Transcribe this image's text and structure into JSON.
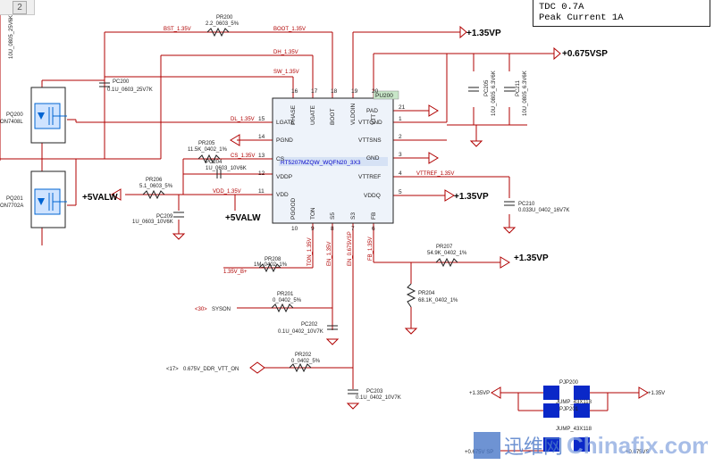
{
  "tab": {
    "number": "2"
  },
  "note": {
    "line1": "TDC 0.7A",
    "line2": "Peak Current   1A"
  },
  "colors": {
    "wire": "#b00000",
    "ic_fill": "#eef3fa",
    "ic_label": "#0000c8",
    "mosfet": "#0064d2",
    "jump": "#0a28c8",
    "watermark": "#6a8fd0"
  },
  "ic": {
    "ref": "PU200",
    "part": "RT5207MZQW_WQFN20_3X3",
    "left_pins": [
      {
        "num": "15",
        "name": "LGATE"
      },
      {
        "num": "14",
        "name": "PGND"
      },
      {
        "num": "13",
        "name": "CS"
      },
      {
        "num": "12",
        "name": "VDDP"
      },
      {
        "num": "11",
        "name": "VDD"
      }
    ],
    "top_pins": [
      {
        "num": "16",
        "name": "PHASE"
      },
      {
        "num": "17",
        "name": "UGATE"
      },
      {
        "num": "18",
        "name": "BOOT"
      },
      {
        "num": "19",
        "name": "VLDOIN"
      },
      {
        "num": "20",
        "name": "VTT"
      }
    ],
    "right_pins": [
      {
        "num": "21",
        "name": "PAD"
      },
      {
        "num": "1",
        "name": "VTTGND"
      },
      {
        "num": "2",
        "name": "VTTSNS"
      },
      {
        "num": "3",
        "name": "GND"
      },
      {
        "num": "4",
        "name": "VTTREF"
      },
      {
        "num": "5",
        "name": "VDDQ"
      }
    ],
    "bottom_pins": [
      {
        "num": "10",
        "name": "PGOOD"
      },
      {
        "num": "9",
        "name": "TON"
      },
      {
        "num": "8",
        "name": "S5"
      },
      {
        "num": "7",
        "name": "S3"
      },
      {
        "num": "6",
        "name": "FB"
      }
    ]
  },
  "rails": {
    "v135_top": "+1.35VP",
    "v0675": "+0.675VSP",
    "v135_right": "+1.35VP",
    "v5_left": "+5VALW",
    "v5_mid": "+5VALW",
    "v135_fb": "+1.35VP",
    "jump_left": "+1.35VP",
    "jump_right": "+1.35V",
    "jump_bottom_left": "+0.675V SP",
    "jump_bottom_right": "+0.675VS"
  },
  "nets": {
    "bst": "BST_1.35V",
    "boot": "BOOT_1.35V",
    "dh": "DH_1.35V",
    "sw": "SW_1.35V",
    "dl": "DL_1.35V",
    "cs": "CS_1.35V",
    "vdd": "VDD_1.35V",
    "vttref": "VTTREF_1.35V",
    "ton": "TON_1.35V",
    "en": "EN_1.35V",
    "en0675": "EN_0.675VSP",
    "fb": "FB_1.35V",
    "b_plus": "1.35V_B+",
    "syson": "SYSON",
    "syson_ref": "<30>",
    "ddr": "0.675V_DDR_VTT_ON",
    "ddr_ref": "<17>"
  },
  "components": {
    "pr200": {
      "ref": "PR200",
      "value": "2.2_0603_5%"
    },
    "pc200": {
      "ref": "PC200",
      "value": "0.1U_0603_25V7K"
    },
    "pq200": {
      "ref": "PQ200",
      "value": "ON7408L"
    },
    "pq201": {
      "ref": "PQ201",
      "value": "ON7702A"
    },
    "pr205": {
      "ref": "PR205",
      "value": "11.5K_0402_1%"
    },
    "pc204": {
      "ref": "PC204",
      "value": "1U_0603_10V6K"
    },
    "pr206": {
      "ref": "PR206",
      "value": "5.1_0603_5%"
    },
    "pc209": {
      "ref": "PC209",
      "value": "1U_0603_10V6K"
    },
    "pc205": {
      "ref": "PC205",
      "value": "10U_0805_6.3V6K"
    },
    "pc211": {
      "ref": "PC211",
      "value": "10U_0805_6.3V6K"
    },
    "pc210": {
      "ref": "PC210",
      "value": "0.033U_0402_16V7K"
    },
    "pr207": {
      "ref": "PR207",
      "value": "54.9K_0402_1%"
    },
    "pr204": {
      "ref": "PR204",
      "value": "68.1K_0402_1%"
    },
    "pr208": {
      "ref": "PR208",
      "value": "1M_0402_1%"
    },
    "pr201": {
      "ref": "PR201",
      "value": "0_0402_5%"
    },
    "pc202": {
      "ref": "PC202",
      "value": "0.1U_0402_10V7K"
    },
    "pr202": {
      "ref": "PR202",
      "value": "0_0402_5%"
    },
    "pc203": {
      "ref": "PC203",
      "value": "0.1U_0402_10V7K"
    },
    "pjp200": {
      "ref": "PJP200",
      "value": "JUMP_43X118"
    },
    "pjp201": {
      "ref": "PJP201",
      "value": "JUMP_43X118"
    },
    "left_cap": {
      "value": "10U_0805_25V6K"
    }
  },
  "watermark": {
    "text": "迅维网",
    "domain": "Chinafix.com"
  }
}
